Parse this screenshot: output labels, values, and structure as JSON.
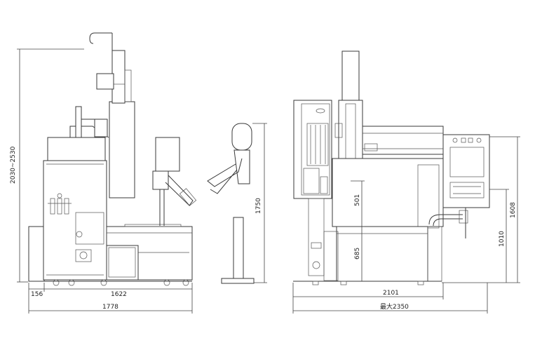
{
  "dimensions": {
    "left_height_range": "2030~2530",
    "left_width_rear": "156",
    "left_width_body": "1622",
    "left_width_total": "1778",
    "operator_height": "1750",
    "right_arm_stroke": "501",
    "right_table_height": "685",
    "right_panel_height": "1010",
    "right_monitor_height": "1608",
    "right_width_body": "2101",
    "right_width_max": "最大2350"
  },
  "colors": {
    "line": "#3a3a3a",
    "background": "#ffffff"
  }
}
